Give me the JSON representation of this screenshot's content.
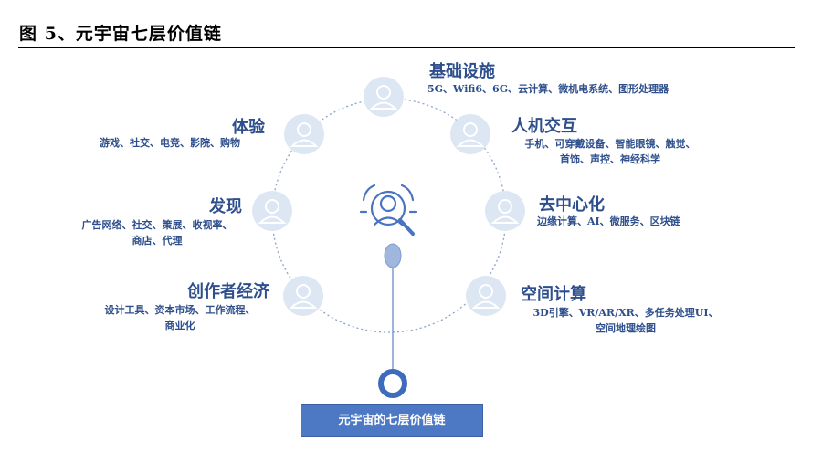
{
  "figure": {
    "title": "图 5、元宇宙七层价值链"
  },
  "bottom_label": "元宇宙的七层价值链",
  "layers": [
    {
      "key": "infra",
      "title": "基础设施",
      "desc": [
        "5G、Wifi6、6G、云计算、微机电系统、图形处理器"
      ]
    },
    {
      "key": "hci",
      "title": "人机交互",
      "desc": [
        "手机、可穿戴设备、智能眼镜、触觉、",
        "首饰、声控、神经科学"
      ]
    },
    {
      "key": "decentral",
      "title": "去中心化",
      "desc": [
        "边缘计算、AI、微服务、区块链"
      ]
    },
    {
      "key": "spatial",
      "title": "空间计算",
      "desc": [
        "3D引擎、VR/AR/XR、多任务处理UI、",
        "空间地理绘图"
      ]
    },
    {
      "key": "creator",
      "title": "创作者经济",
      "desc": [
        "设计工具、资本市场、工作流程、",
        "商业化"
      ]
    },
    {
      "key": "discovery",
      "title": "发现",
      "desc": [
        "广告网络、社交、策展、收视率、",
        "商店、代理"
      ]
    },
    {
      "key": "experience",
      "title": "体验",
      "desc": [
        "游戏、社交、电竞、影院、购物"
      ]
    }
  ],
  "colors": {
    "accent": "#2e4f8c",
    "node_bg": "#dde6f3",
    "icon_stroke": "#6b8cc7",
    "box": "#4d78c4"
  }
}
